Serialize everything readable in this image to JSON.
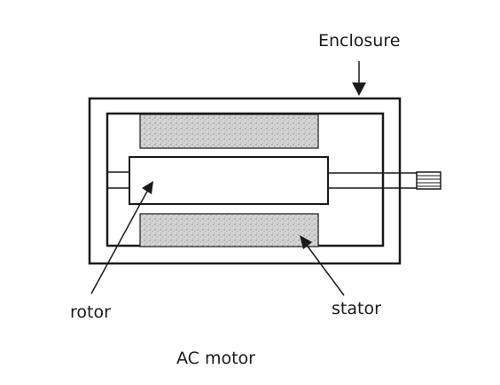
{
  "diagram": {
    "caption": "AC motor",
    "labels": {
      "enclosure": "Enclosure",
      "rotor": "rotor",
      "stator": "stator"
    },
    "colors": {
      "line": "#1a1a1a",
      "stator_fill": "#c8c8c8",
      "background": "#ffffff"
    }
  }
}
